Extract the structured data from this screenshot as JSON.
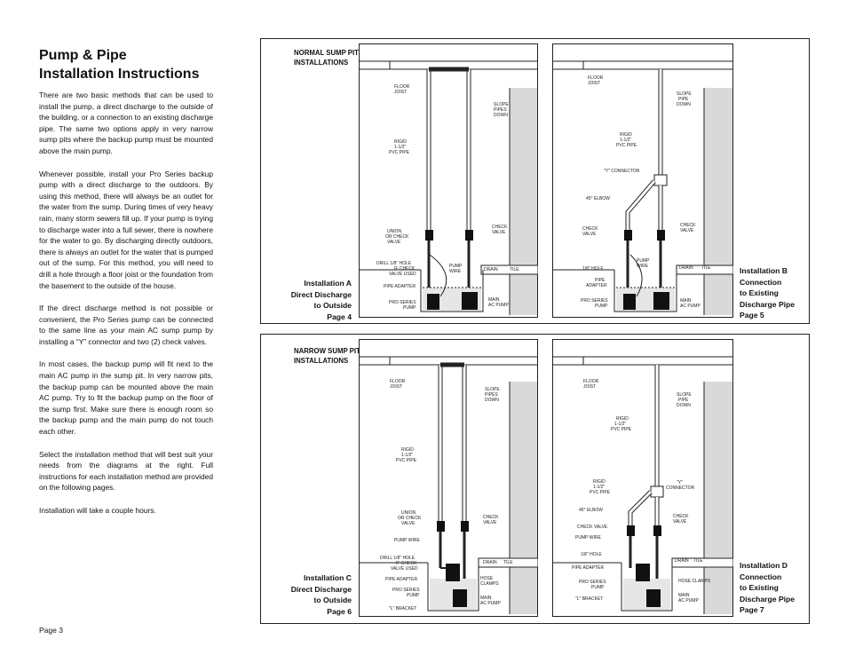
{
  "title_line1": "Pump & Pipe",
  "title_line2": "Installation Instructions",
  "paragraphs": [
    "There are two basic methods that can be used to install the pump, a direct discharge to the outside of the building, or a connection to an existing discharge pipe.  The same two options apply in very narrow sump pits where the backup pump must be mounted above the main pump.",
    "Whenever possible, install your Pro Series backup pump with a direct discharge to the outdoors. By using this method, there will always be an outlet for the water from the sump.  During times of very heavy rain, many storm sewers fill up.  If your pump is trying to discharge water into a full sewer, there is nowhere for the water to go.  By discharging directly outdoors, there is always an outlet for the water that is pumped out of the sump.  For this method, you will need to drill a hole through a floor joist or the foundation from the basement to the outside of the house.",
    "If the direct discharge method is not possible or convenient, the Pro Series pump can be connected to the same line as your main AC sump pump by installing a “Y” connector and two (2) check valves.",
    "In most cases, the backup pump will fit next to the main AC pump in the sump pit.  In very narrow pits, the backup pump can be mounted above the main AC pump.  Try to fit the backup pump on the floor of the sump first.  Make sure there is enough room so the backup pump and the main pump do not touch each other.",
    "Select the installation method that will best suit your needs from the diagrams at the right.  Full instructions for each installation method are provided on the following pages.",
    "Installation will take a couple hours."
  ],
  "page_label": "Page 3",
  "panel_top": {
    "title_line1": "NORMAL SUMP PIT",
    "title_line2": "INSTALLATIONS",
    "left_caption": [
      "Installation A",
      "Direct Discharge",
      "to Outside",
      "Page 4"
    ],
    "right_caption": [
      "Installation B",
      "Connection",
      "to Existing",
      "Discharge Pipe",
      "Page 5"
    ]
  },
  "panel_bottom": {
    "title_line1": "NARROW SUMP PIT",
    "title_line2": "INSTALLATIONS",
    "left_caption": [
      "Installation C",
      "Direct Discharge",
      "to Outside",
      "Page 6"
    ],
    "right_caption": [
      "Installation D",
      "Connection",
      "to Existing",
      "Discharge Pipe",
      "Page 7"
    ]
  },
  "diagram_labels": {
    "floor_joist": [
      "FLOOR",
      "JOIST"
    ],
    "slope_pipes_down": [
      "SLOPE",
      "PIPES",
      "DOWN"
    ],
    "slope_pipe_down": [
      "SLOPE",
      "PIPE",
      "DOWN"
    ],
    "rigid_pvc": [
      "RIGID",
      "1-1/2\"",
      "PVC PIPE"
    ],
    "union_check": [
      "UNION",
      "OR CHECK",
      "VALVE"
    ],
    "check_valve": [
      "CHECK",
      "VALVE"
    ],
    "check_valve_inline": "CHECK VALVE",
    "drill_hole": [
      "DRILL 1/8\" HOLE",
      "IF CHECK",
      "VALVE USED"
    ],
    "pump_wire": [
      "PUMP",
      "WIRE"
    ],
    "pump_wire_inline": "PUMP WIRE",
    "pipe_adapter": "PIPE ADAPTER",
    "pipe_adapter_2": [
      "PIPE",
      "ADAPTER"
    ],
    "pro_series_pump": [
      "PRO SERIES",
      "PUMP"
    ],
    "main_ac_pump": [
      "MAIN",
      "AC PUMP"
    ],
    "drain": "DRAIN",
    "tile": "TILE",
    "y_connector": "\"Y\" CONNECTOR",
    "y_connector_2": [
      "\"Y\"",
      "CONNECTOR"
    ],
    "elbow": "45° ELBOW",
    "hole": "1/8\" HOLE",
    "hose_clamps": [
      "HOSE",
      "CLAMPS"
    ],
    "hose_clamps_inline": "HOSE CLAMPS",
    "l_bracket": "\"L\" BRACKET"
  }
}
